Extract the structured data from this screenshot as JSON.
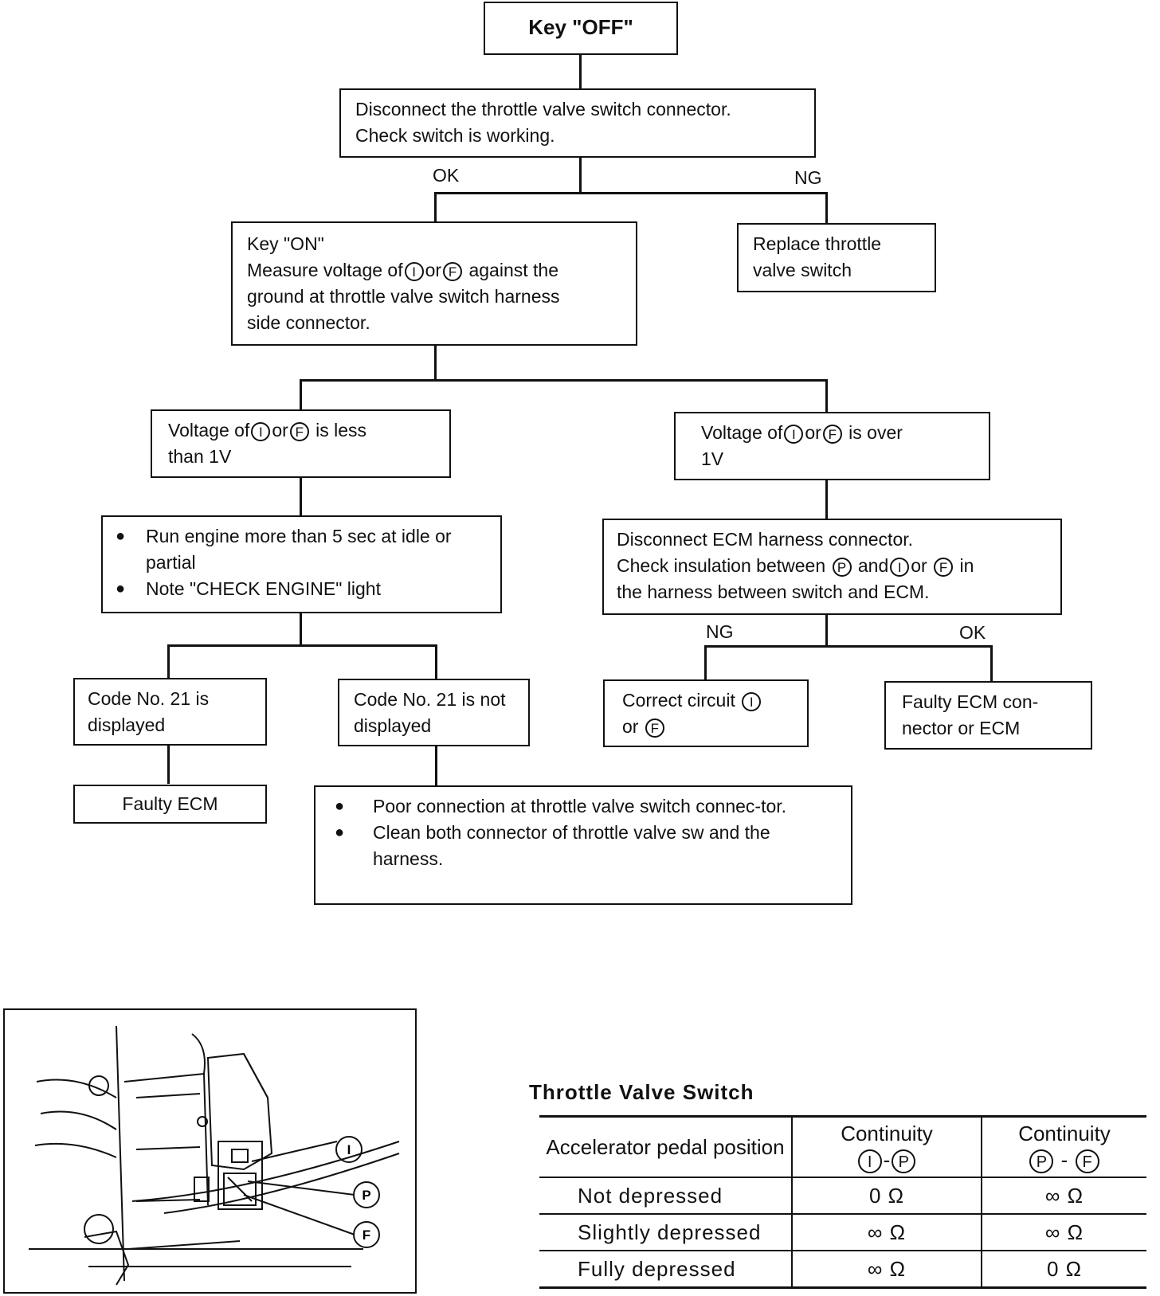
{
  "flow": {
    "key_off": "Key \"OFF\"",
    "disconnect_line1": "Disconnect the throttle valve switch connector.",
    "disconnect_line2": "Check switch is working.",
    "ok": "OK",
    "ng": "NG",
    "key_on": "Key \"ON\"",
    "measure_a": "Measure voltage of",
    "or": "or",
    "measure_b": "against the",
    "measure_line3": "ground at throttle valve switch harness",
    "measure_line4": "side connector.",
    "replace": "Replace  throttle valve switch",
    "voltage": "Voltage  of",
    "less_tail": "is  less",
    "less_line2": "than 1V",
    "over_tail": "is  over",
    "over_line2": "1V",
    "run_engine": "Run engine more than 5 sec at idle or partial",
    "note_check": "Note \"CHECK ENGINE\" light",
    "ecm_line1": "Disconnect ECM harness connector.",
    "ecm_check": "Check insulation between",
    "and": "and",
    "in": "in",
    "ecm_line3": "the harness between switch and ECM.",
    "ng2": "NG",
    "ok2": "OK",
    "code_disp": "Code  No.  21  is displayed",
    "code_not": "Code  No.  21  is not displayed",
    "correct_a": "Correct  circuit",
    "correct_or": "or",
    "faulty_conn": "Faulty  ECM  con-nector or ECM",
    "faulty_ecm": "Faulty ECM",
    "poor_conn": "Poor connection at throttle valve switch connec-tor.",
    "clean_both": "Clean both connector of throttle valve sw and the harness."
  },
  "terminals": {
    "i": "I",
    "f": "F",
    "p": "P"
  },
  "table": {
    "title": "Throttle Valve Switch",
    "h1": "Accelerator pedal position",
    "h2": "Continuity",
    "h3": "Continuity",
    "dash": "-",
    "rows": [
      {
        "pos": "Not depressed",
        "ip": "0  Ω",
        "pf": "∞  Ω"
      },
      {
        "pos": "Slightly depressed",
        "ip": "∞  Ω",
        "pf": "∞  Ω"
      },
      {
        "pos": "Fully depressed",
        "ip": "∞  Ω",
        "pf": "0  Ω"
      }
    ]
  }
}
